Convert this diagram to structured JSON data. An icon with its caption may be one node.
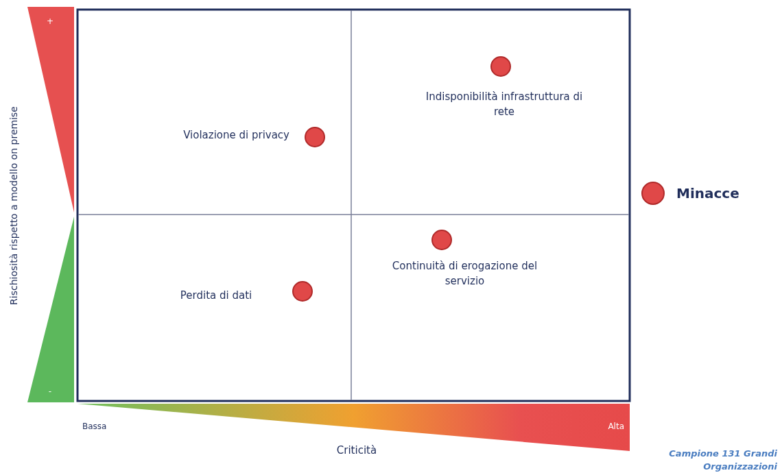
{
  "diagram": {
    "labels": [
      "+",
      "Rischiosità rispetto a modello on premise",
      "Violazione di privacy",
      "Indisponibilità infrastruttura di rete",
      "Continuità di erogazione del servizio",
      "Perdita di dati",
      "-",
      "Bassa",
      "Alta",
      "Criticità",
      "Campione 131 Grandi Organizzazioni"
    ],
    "legend": [
      {
        "text": "Minacce"
      }
    ]
  }
}
